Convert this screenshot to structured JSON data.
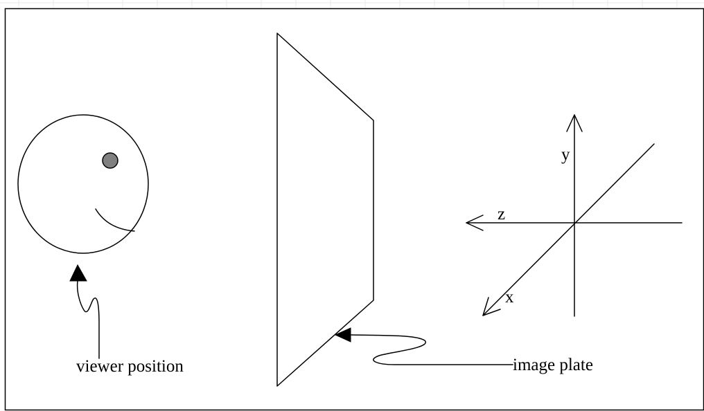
{
  "labels": {
    "viewer_position": "viewer position",
    "image_plate": "image plate"
  },
  "axes": {
    "x": "x",
    "y": "y",
    "z": "z"
  },
  "colors": {
    "background": "#ffffff",
    "ink": "#000000",
    "eye_pupil": "#808080",
    "top_tick_strip": "#e8e8e8"
  }
}
